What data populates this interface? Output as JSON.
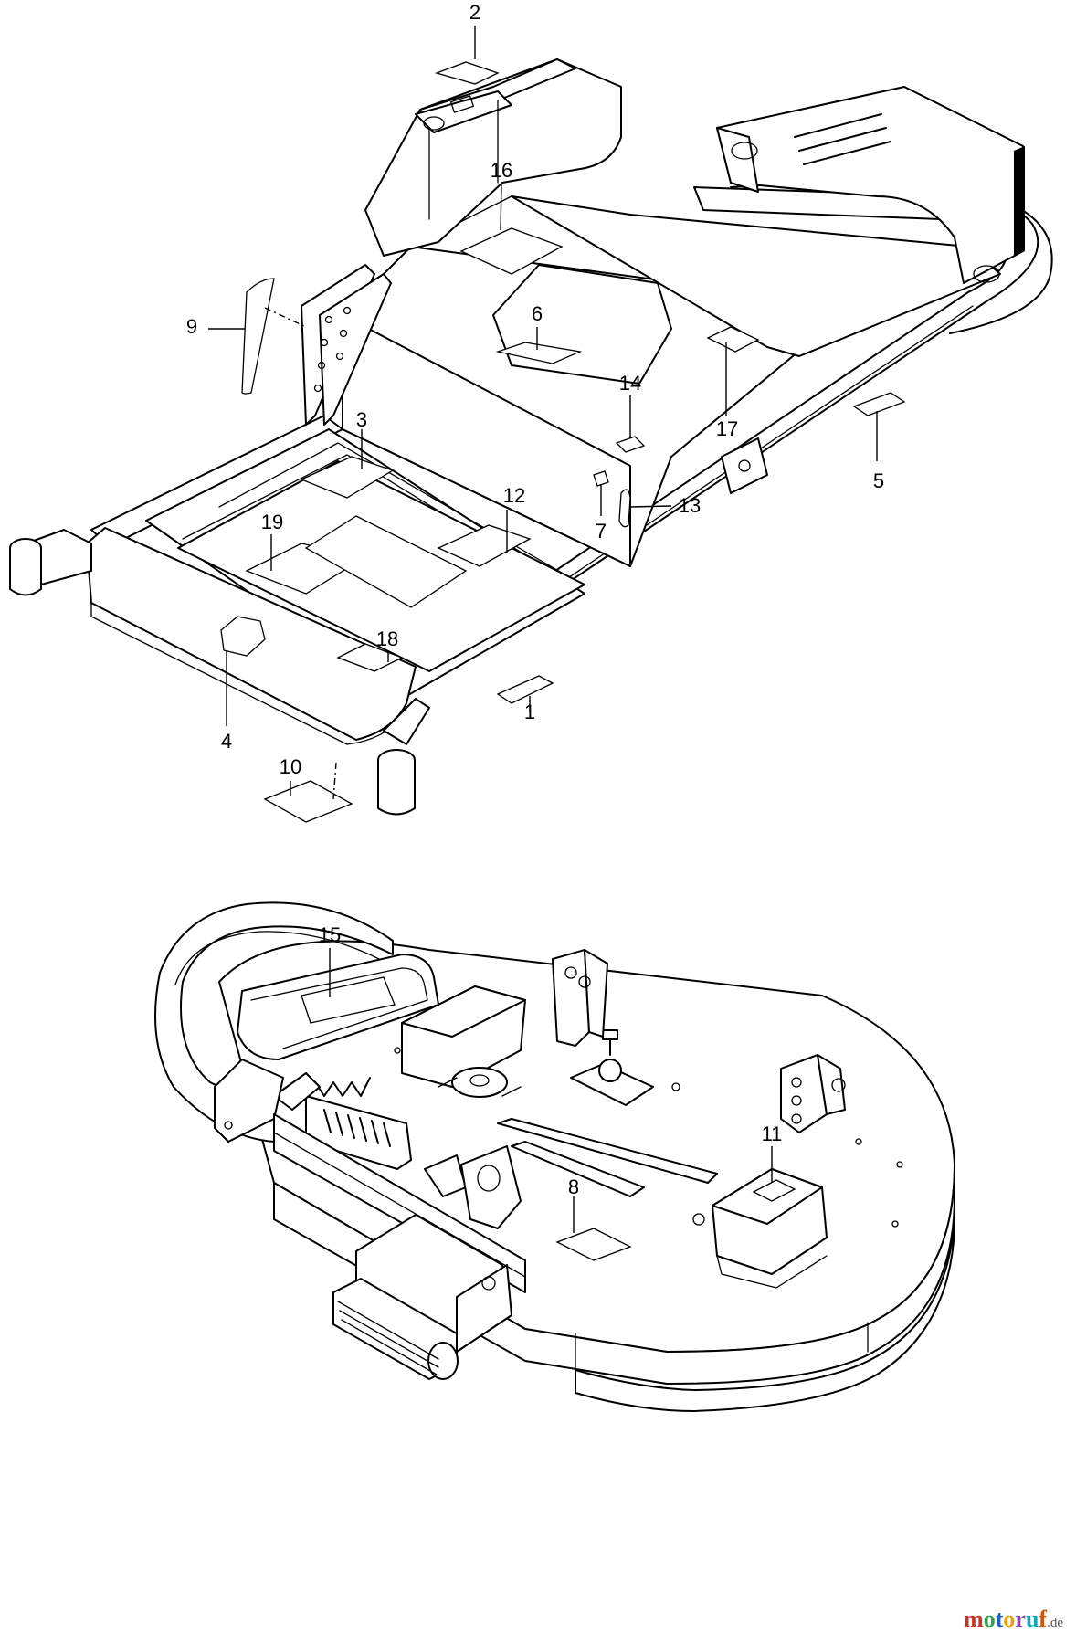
{
  "callouts": {
    "n1": "1",
    "n2": "2",
    "n3": "3",
    "n4": "4",
    "n5": "5",
    "n6": "6",
    "n7": "7",
    "n8": "8",
    "n9": "9",
    "n10": "10",
    "n11": "11",
    "n12": "12",
    "n13": "13",
    "n14": "14",
    "n15": "15",
    "n16": "16",
    "n17": "17",
    "n18": "18",
    "n19": "19"
  },
  "watermark": {
    "m": "m",
    "o1": "o",
    "t": "t",
    "o2": "o",
    "r": "r",
    "u": "u",
    "f": "f",
    "tld": ".de"
  },
  "colors": {
    "line": "#000000",
    "background": "#ffffff"
  }
}
